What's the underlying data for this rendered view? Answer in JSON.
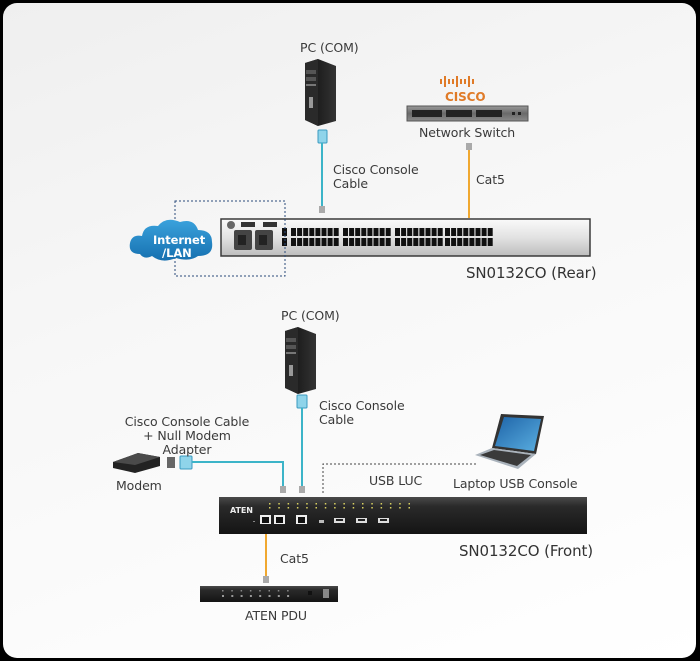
{
  "colors": {
    "console_cable": "#3cb4c8",
    "cat5_cable": "#f0a830",
    "cisco_orange": "#e07b28",
    "cloud_blue": "#1e86c4",
    "dotted_line": "#2a4a7a"
  },
  "rear_section": {
    "pc_label": "PC (COM)",
    "pc_icon": "desktop-tower-icon",
    "cisco_logo_text": "CISCO",
    "switch_label": "Network Switch",
    "console_cable_label_line1": "Cisco Console",
    "console_cable_label_line2": "Cable",
    "cat5_label": "Cat5",
    "cloud_line1": "Internet",
    "cloud_line2": "/LAN",
    "device_label": "SN0132CO (Rear)"
  },
  "front_section": {
    "pc_label": "PC (COM)",
    "console_cable_label_line1": "Cisco Console",
    "console_cable_label_line2": "Cable",
    "modem_cable_label_line1": "Cisco Console Cable",
    "modem_cable_label_line2": "+ Null Modem",
    "modem_cable_label_line3": "Adapter",
    "modem_label": "Modem",
    "usb_luc_label": "USB LUC",
    "laptop_label": "Laptop USB Console",
    "brand_logo": "ATEN",
    "device_label": "SN0132CO (Front)",
    "cat5_label": "Cat5",
    "pdu_label": "ATEN PDU"
  }
}
